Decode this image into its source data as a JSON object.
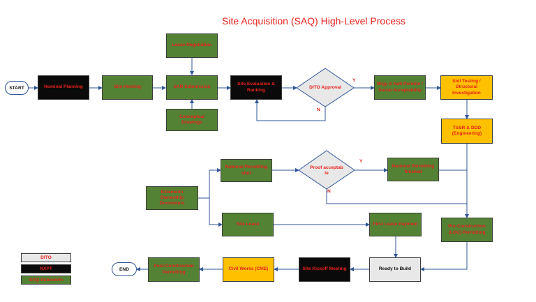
{
  "title": "Site Acquisition (SAQ) High-Level Process",
  "nodes": {
    "start": "START",
    "nominal_planning": "Nominal Planning",
    "site_hunting": "Site Hunting",
    "lease_negotiation": "Lease Negotiation",
    "sar_submission": "SAR Submission",
    "conceptual_drawings": "Conceptual Drawings",
    "site_evaluation": "Site Evaluation & Ranking",
    "dito_approval": "DITO Approval",
    "brgy_permits": "Brgy & Natl Permits / Social Acceptability",
    "soil_testing": "Soil Testing / Structural Investigation",
    "tssr_ddd": "TSSR & DDD (Engineering)",
    "national_permitting_start": "National Permitting start",
    "proof_acceptable": "Proof acceptab le",
    "national_permitting_finished": "National Permitting finished",
    "extension_ownership": "Extension Ownership Documents",
    "site_lease": "Site Lease",
    "first_lease_payment": "First Lease Payment",
    "pre_construction": "Pre-Construction (LGU) Permitting",
    "ready_to_build": "Ready to Build",
    "site_kickoff": "Site Kickoff Meeting",
    "civil_works": "Civil Works (CME)",
    "post_construction": "Post-Construction Permitting",
    "end": "END"
  },
  "decision_labels": {
    "dito_yes": "Y",
    "dito_no": "N",
    "proof_yes": "Y",
    "proof_no": "N"
  },
  "legend": [
    {
      "label": "DITO",
      "color": "#e8e8e8"
    },
    {
      "label": "NXPT",
      "color": "#0a0a0a"
    },
    {
      "label": "SAQ Subcon/in",
      "color": "#548235"
    }
  ],
  "colors": {
    "green": "#548235",
    "black": "#0a0a0a",
    "yellow": "#ffc000",
    "gray": "#e8e8e8",
    "title": "#e8221b",
    "connector": "#2f5597"
  }
}
